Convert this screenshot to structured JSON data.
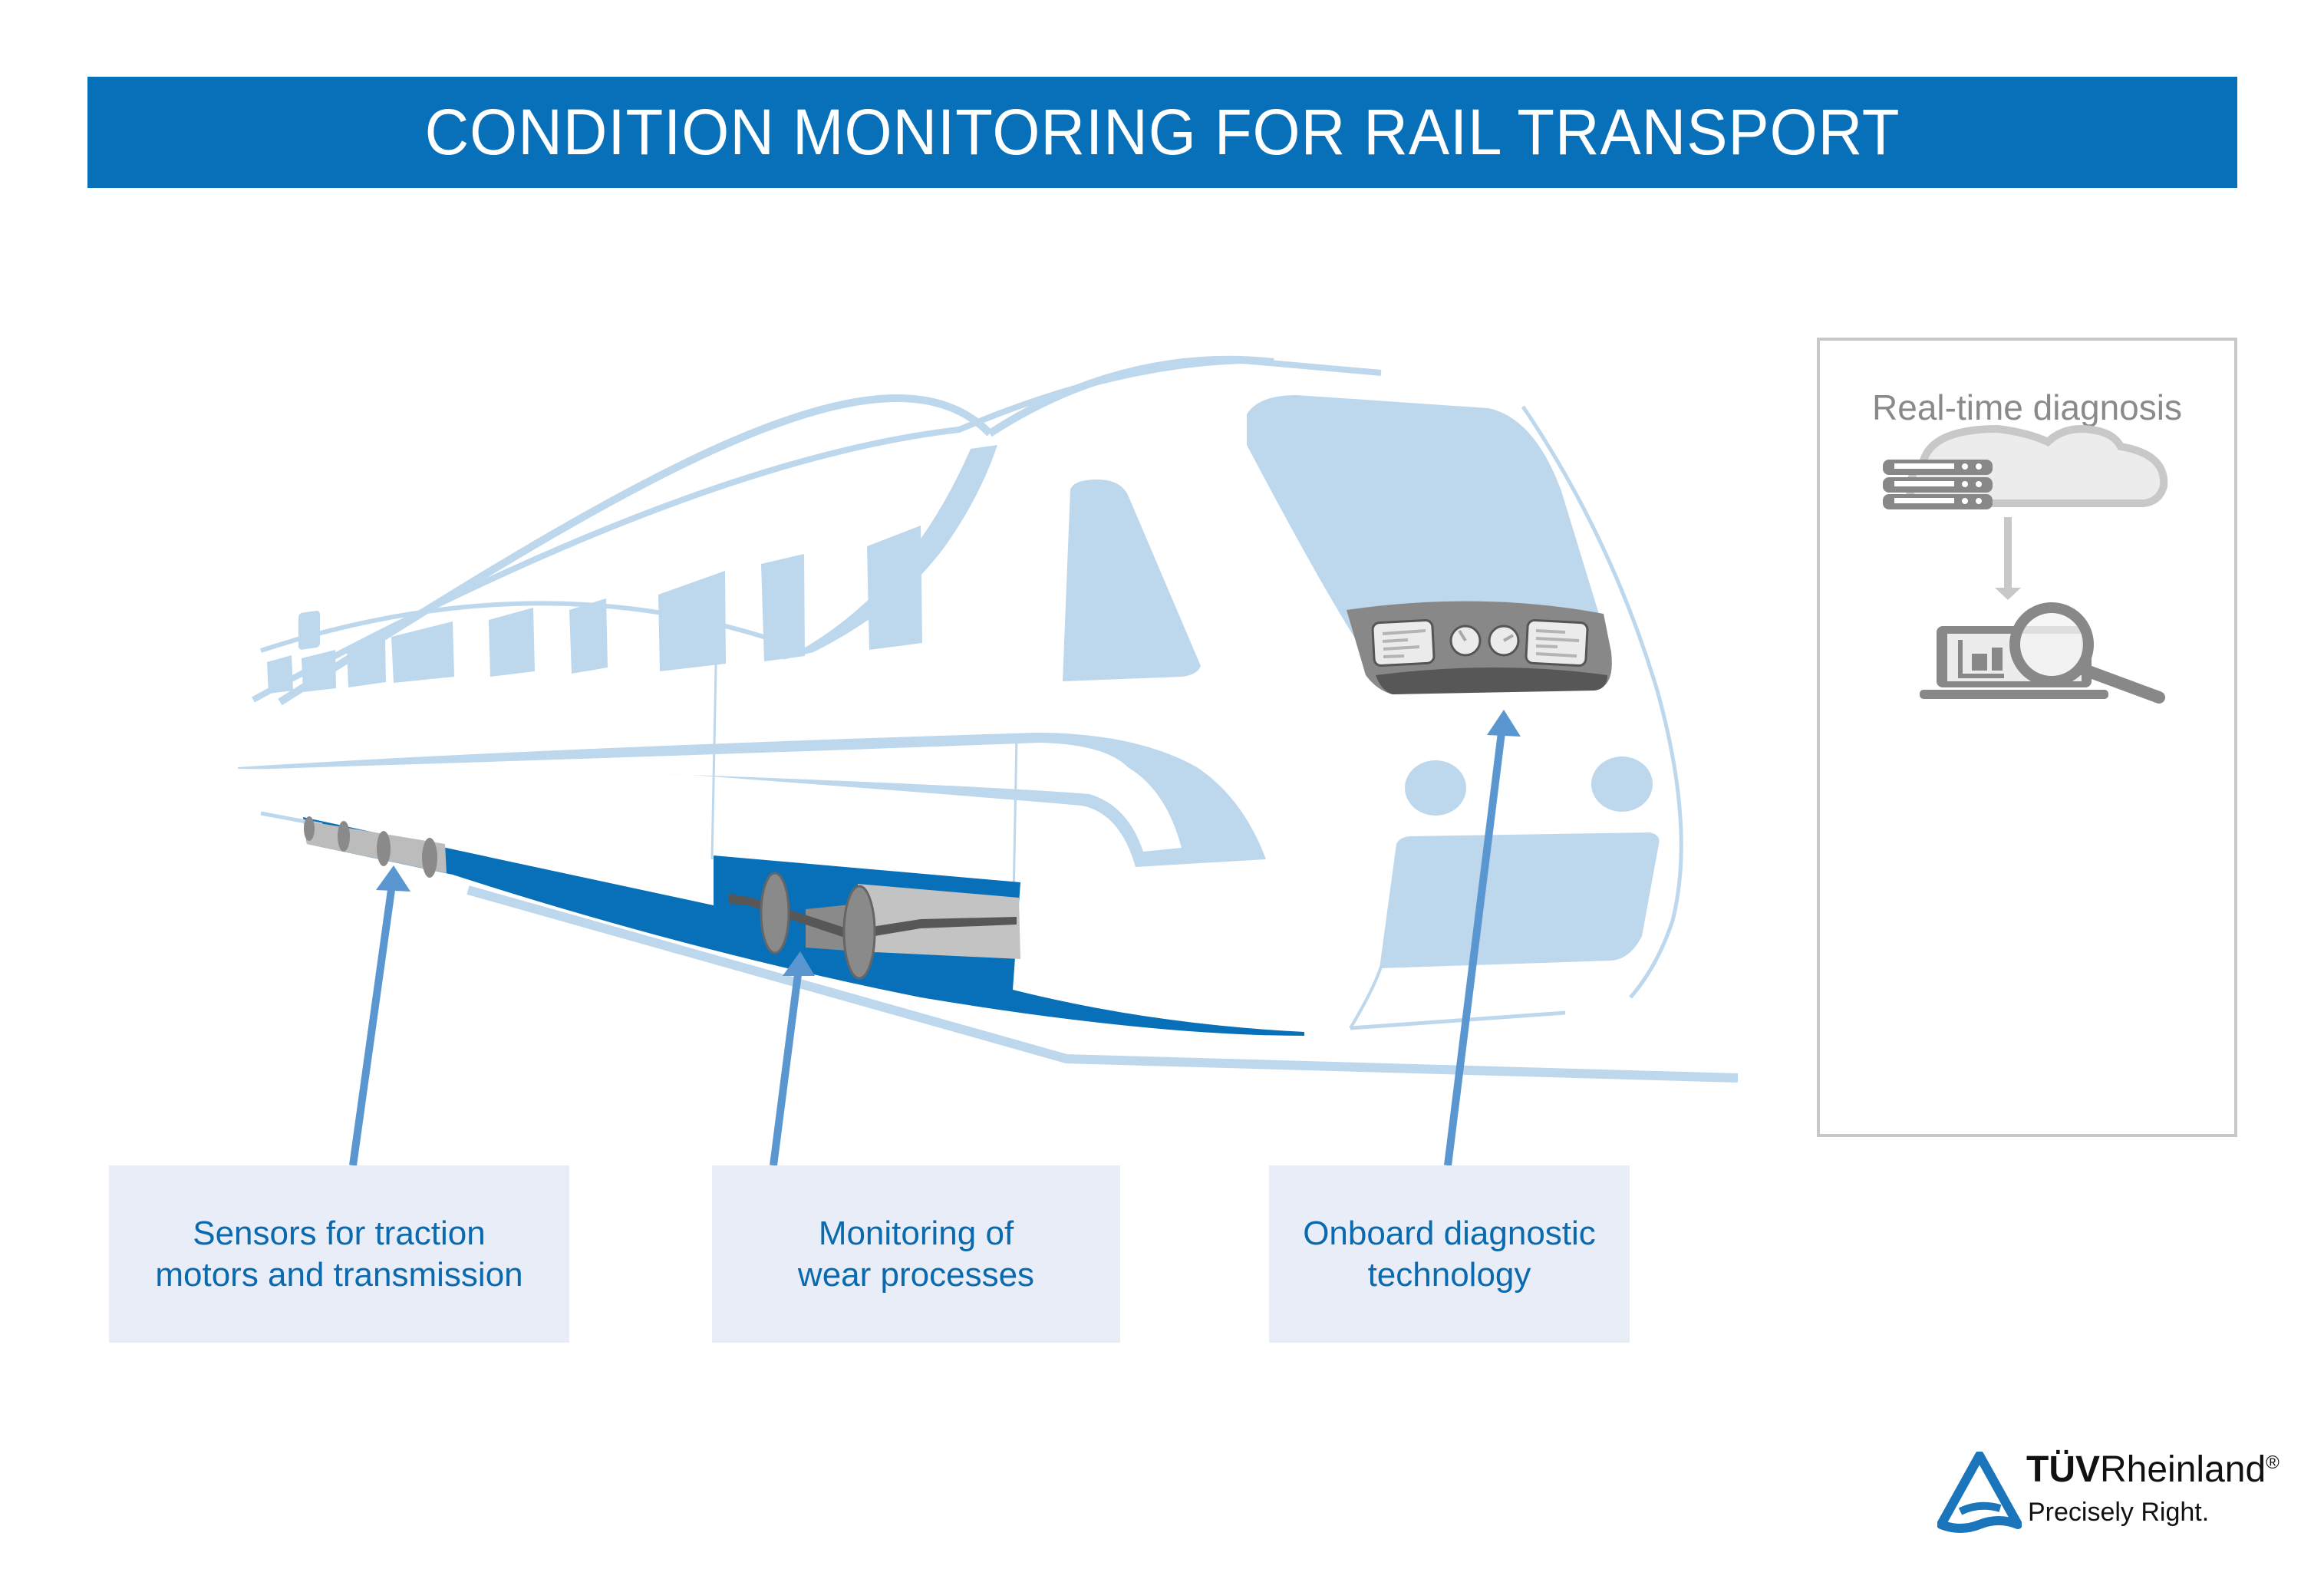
{
  "header": {
    "title": "CONDITION MONITORING FOR RAIL TRANSPORT"
  },
  "colors": {
    "brand_blue": "#0770b8",
    "light_blue": "#bdd7ed",
    "arrow_blue": "#5a97d1",
    "label_bg": "#e8edf7",
    "gray": "#888888"
  },
  "callouts": [
    {
      "line1": "Sensors for traction",
      "line2": "motors and transmission",
      "target": "traction-motors"
    },
    {
      "line1": "Monitoring of",
      "line2": "wear processes",
      "target": "bogie-wheels"
    },
    {
      "line1": "Onboard diagnostic",
      "line2": "technology",
      "target": "driver-dashboard"
    }
  ],
  "diagnosis_panel": {
    "title": "Real-time diagnosis",
    "icons": [
      "server-stack-icon",
      "cloud-icon",
      "arrow-down-icon",
      "laptop-icon",
      "bar-chart-icon",
      "magnifier-icon"
    ]
  },
  "logo": {
    "brand_bold": "TÜV",
    "brand_regular": "Rheinland",
    "registered": "®",
    "tagline": "Precisely Right."
  }
}
